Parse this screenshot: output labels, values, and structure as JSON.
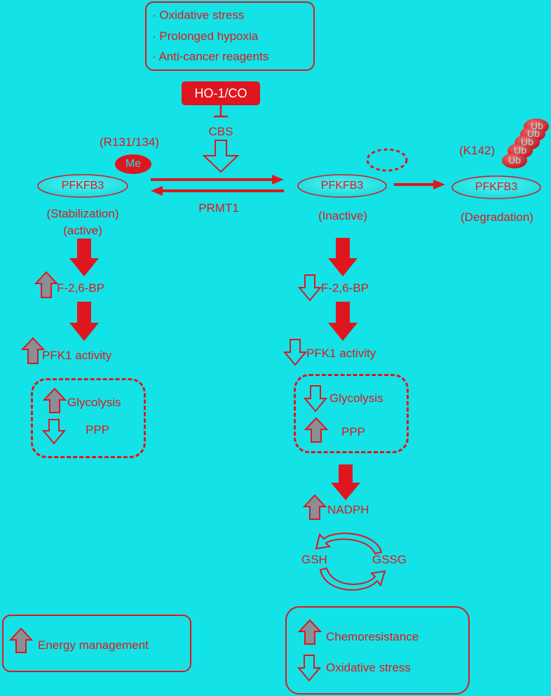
{
  "stress": {
    "items": [
      "Oxidative stress",
      "Prolonged hypoxia",
      "Anti-cancer reagents"
    ]
  },
  "ho1co": "HO-1/CO",
  "cbs": "CBS",
  "prmt1": "PRMT1",
  "left": {
    "site": "(R131/134)",
    "me": "Me",
    "protein": "PFKFB3",
    "state_1": "(Stabilization)",
    "state_2": "(active)",
    "f26bp": "F-2,6-BP",
    "pfk1": "PFK1 activity",
    "glycolysis": "Glycolysis",
    "ppp": "PPP",
    "outcome": "Energy management"
  },
  "middle": {
    "protein": "PFKFB3",
    "state": "(Inactive)",
    "f26bp": "F-2,6-BP",
    "pfk1": "PFK1 activity",
    "glycolysis": "Glycolysis",
    "ppp": "PPP",
    "nadph": "NADPH",
    "gsh": "GSH",
    "gssg": "GSSG",
    "outcome_1": "Chemoresistance",
    "outcome_2": "Oxidative stress"
  },
  "right": {
    "site": "(K142)",
    "ub": "Ub",
    "protein": "PFKFB3",
    "state": "(Degradation)"
  },
  "colors": {
    "background": "#13e3e6",
    "accent": "#e0161e",
    "up_fill": "#8a8f95"
  }
}
